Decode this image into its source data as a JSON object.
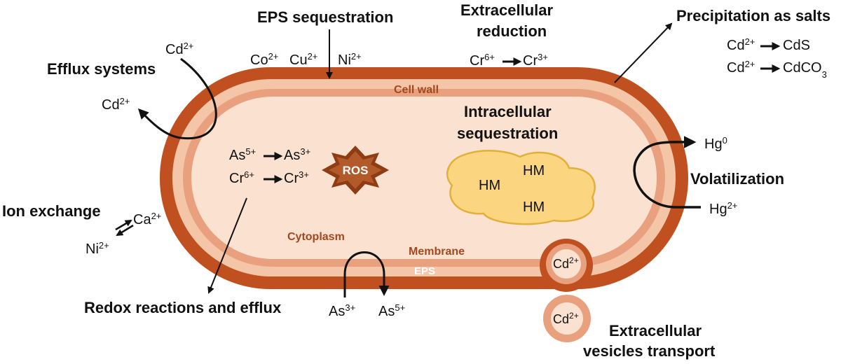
{
  "colors": {
    "eps": "#c0501f",
    "cell_wall": "#f4c5a6",
    "membrane": "#e8a07e",
    "cytoplasm": "#fbe1d0",
    "ros_outer": "#8f3b14",
    "ros_inner": "#b35a2a",
    "hm_fill": "#fbd57f",
    "hm_stroke": "#e2b03a",
    "vesicle_outer": "#e8a07e",
    "vesicle_inner": "#fbe1d0",
    "arrow": "#111111"
  },
  "labels": {
    "eps_sequestration": "EPS sequestration",
    "extracellular_reduction_1": "Extracellular",
    "extracellular_reduction_2": "reduction",
    "precipitation": "Precipitation as salts",
    "efflux_systems": "Efflux systems",
    "ion_exchange": "Ion exchange",
    "redox": "Redox reactions and efflux",
    "intracellular_1": "Intracellular",
    "intracellular_2": "sequestration",
    "volatilization": "Volatilization",
    "vesicles_1": "Extracellular",
    "vesicles_2": "vesicles transport",
    "cell_wall": "Cell wall",
    "cytoplasm": "Cytoplasm",
    "membrane": "Membrane",
    "eps": "EPS",
    "ros": "ROS",
    "hm": "HM"
  },
  "ions": {
    "cd": "Cd",
    "co": "Co",
    "cu": "Cu",
    "ni": "Ni",
    "ca": "Ca",
    "cr": "Cr",
    "as": "As",
    "hg": "Hg",
    "cds": "CdS",
    "cdco": "CdCO",
    "sub3": "3",
    "two_plus": "2+",
    "three_plus": "3+",
    "five_plus": "5+",
    "six_plus": "6+",
    "zero": "0"
  }
}
